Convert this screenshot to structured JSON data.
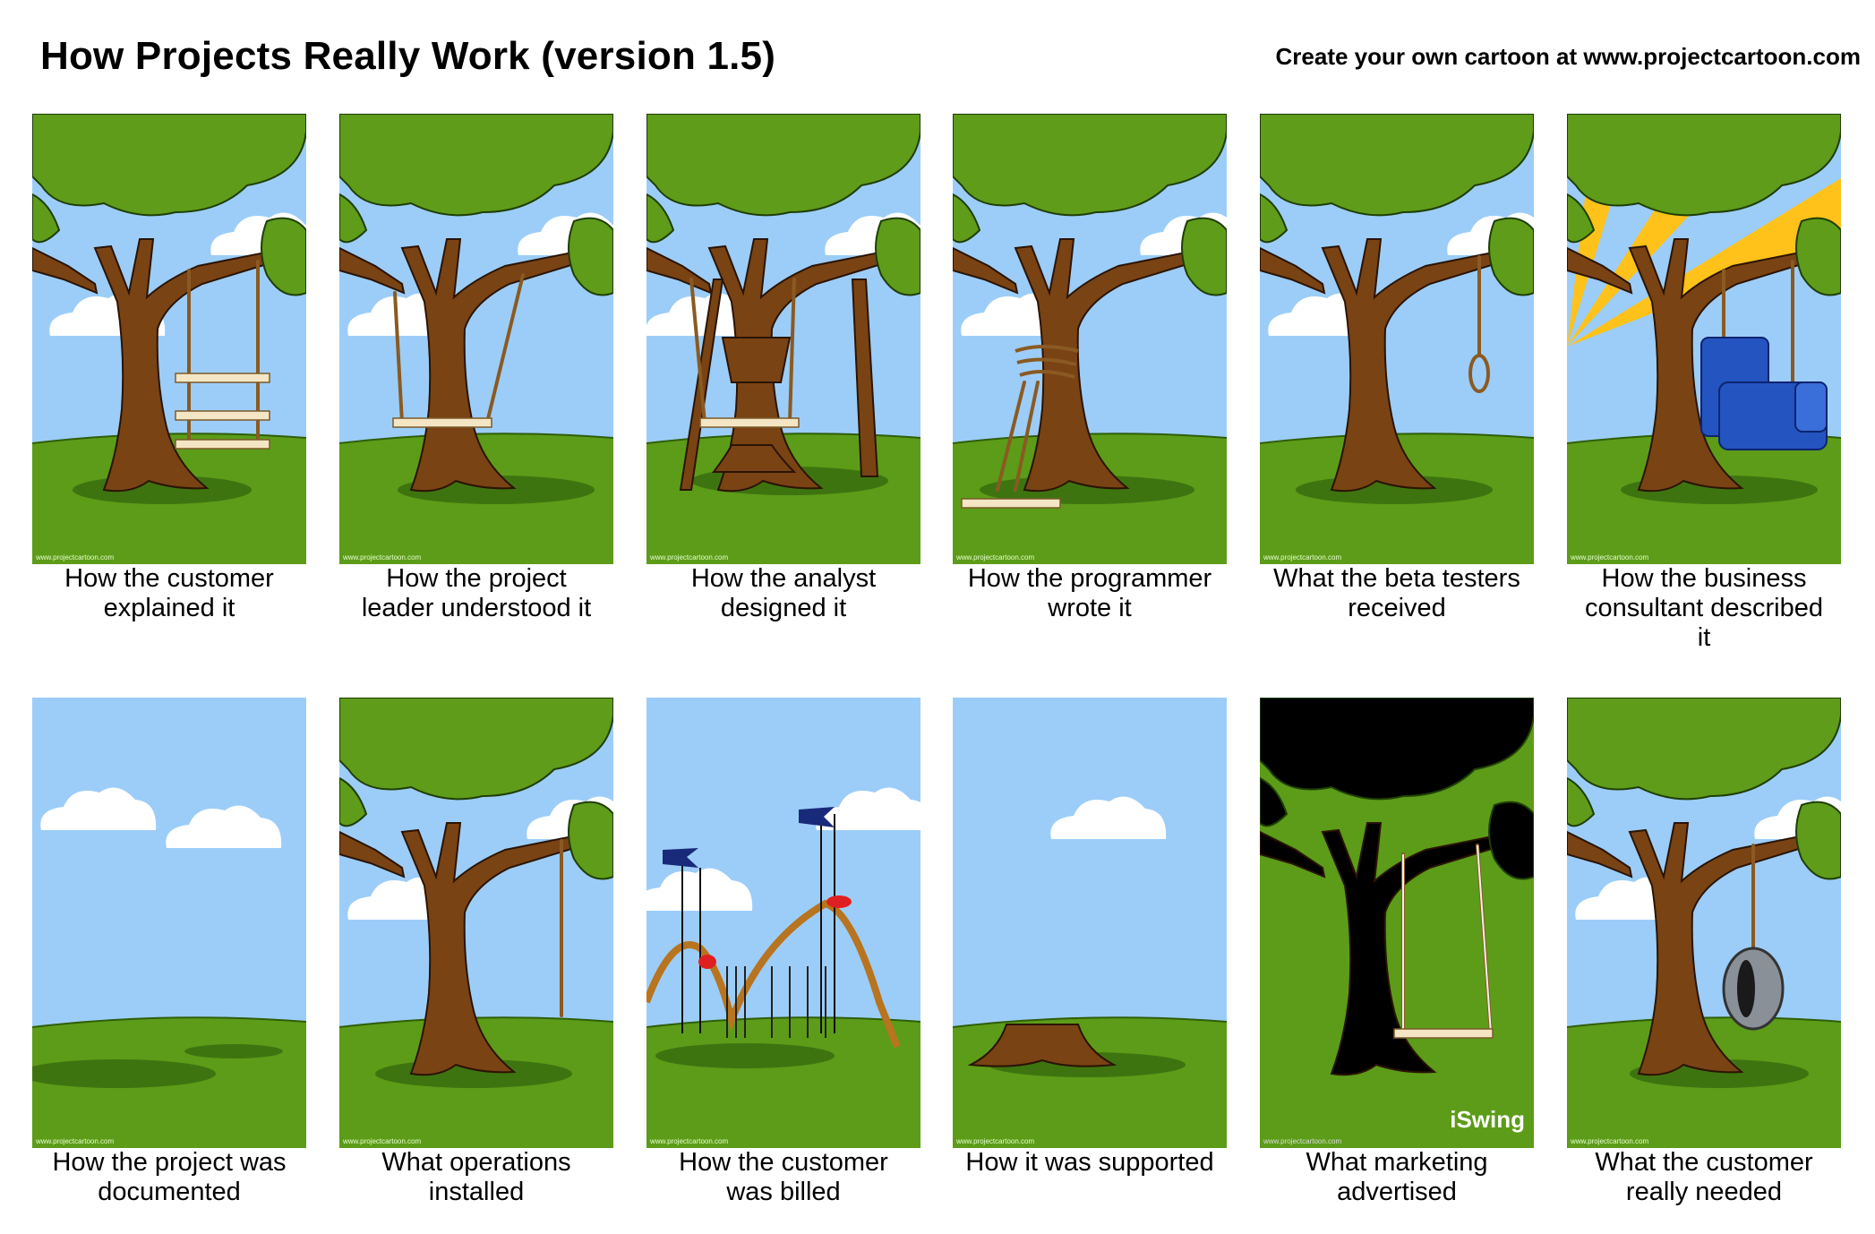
{
  "header": {
    "title": "How Projects Really Work (version 1.5)",
    "credit": "Create your own cartoon at www.projectcartoon.com"
  },
  "colors": {
    "sky": "#9ccdf8",
    "grass": "#5c9c18",
    "trunk": "#7a4314",
    "leaves": "#5e9c1a",
    "rope": "#8a5a22",
    "seat": "#f4e6c4",
    "sun": "#ffc21a",
    "chair": "#2454c0",
    "tire": "#8a9098",
    "flag": "#1a2a7a"
  },
  "watermark": "www.projectcartoon.com",
  "panels": [
    {
      "id": "p1",
      "variant": "ladder-swing",
      "caption": "How the customer\nexplained it"
    },
    {
      "id": "p2",
      "variant": "simple-swing",
      "caption": "How the project\nleader understood it"
    },
    {
      "id": "p3",
      "variant": "analyst",
      "caption": "How the analyst\ndesigned it"
    },
    {
      "id": "p4",
      "variant": "programmer",
      "caption": "How the programmer\nwrote it"
    },
    {
      "id": "p5",
      "variant": "noose",
      "caption": "What the beta testers\nreceived"
    },
    {
      "id": "p6",
      "variant": "armchair",
      "caption": "How the business\nconsultant described\nit"
    },
    {
      "id": "p7",
      "variant": "empty",
      "caption": "How the project was\ndocumented"
    },
    {
      "id": "p8",
      "variant": "rope-only",
      "caption": "What operations\ninstalled"
    },
    {
      "id": "p9",
      "variant": "rollercoaster",
      "caption": "How the customer\nwas billed"
    },
    {
      "id": "p10",
      "variant": "stump",
      "caption": "How it was supported"
    },
    {
      "id": "p11",
      "variant": "silhouette",
      "caption": "What marketing\nadvertised",
      "brand": "iSwing"
    },
    {
      "id": "p12",
      "variant": "tire",
      "caption": "What the customer\nreally needed"
    }
  ]
}
